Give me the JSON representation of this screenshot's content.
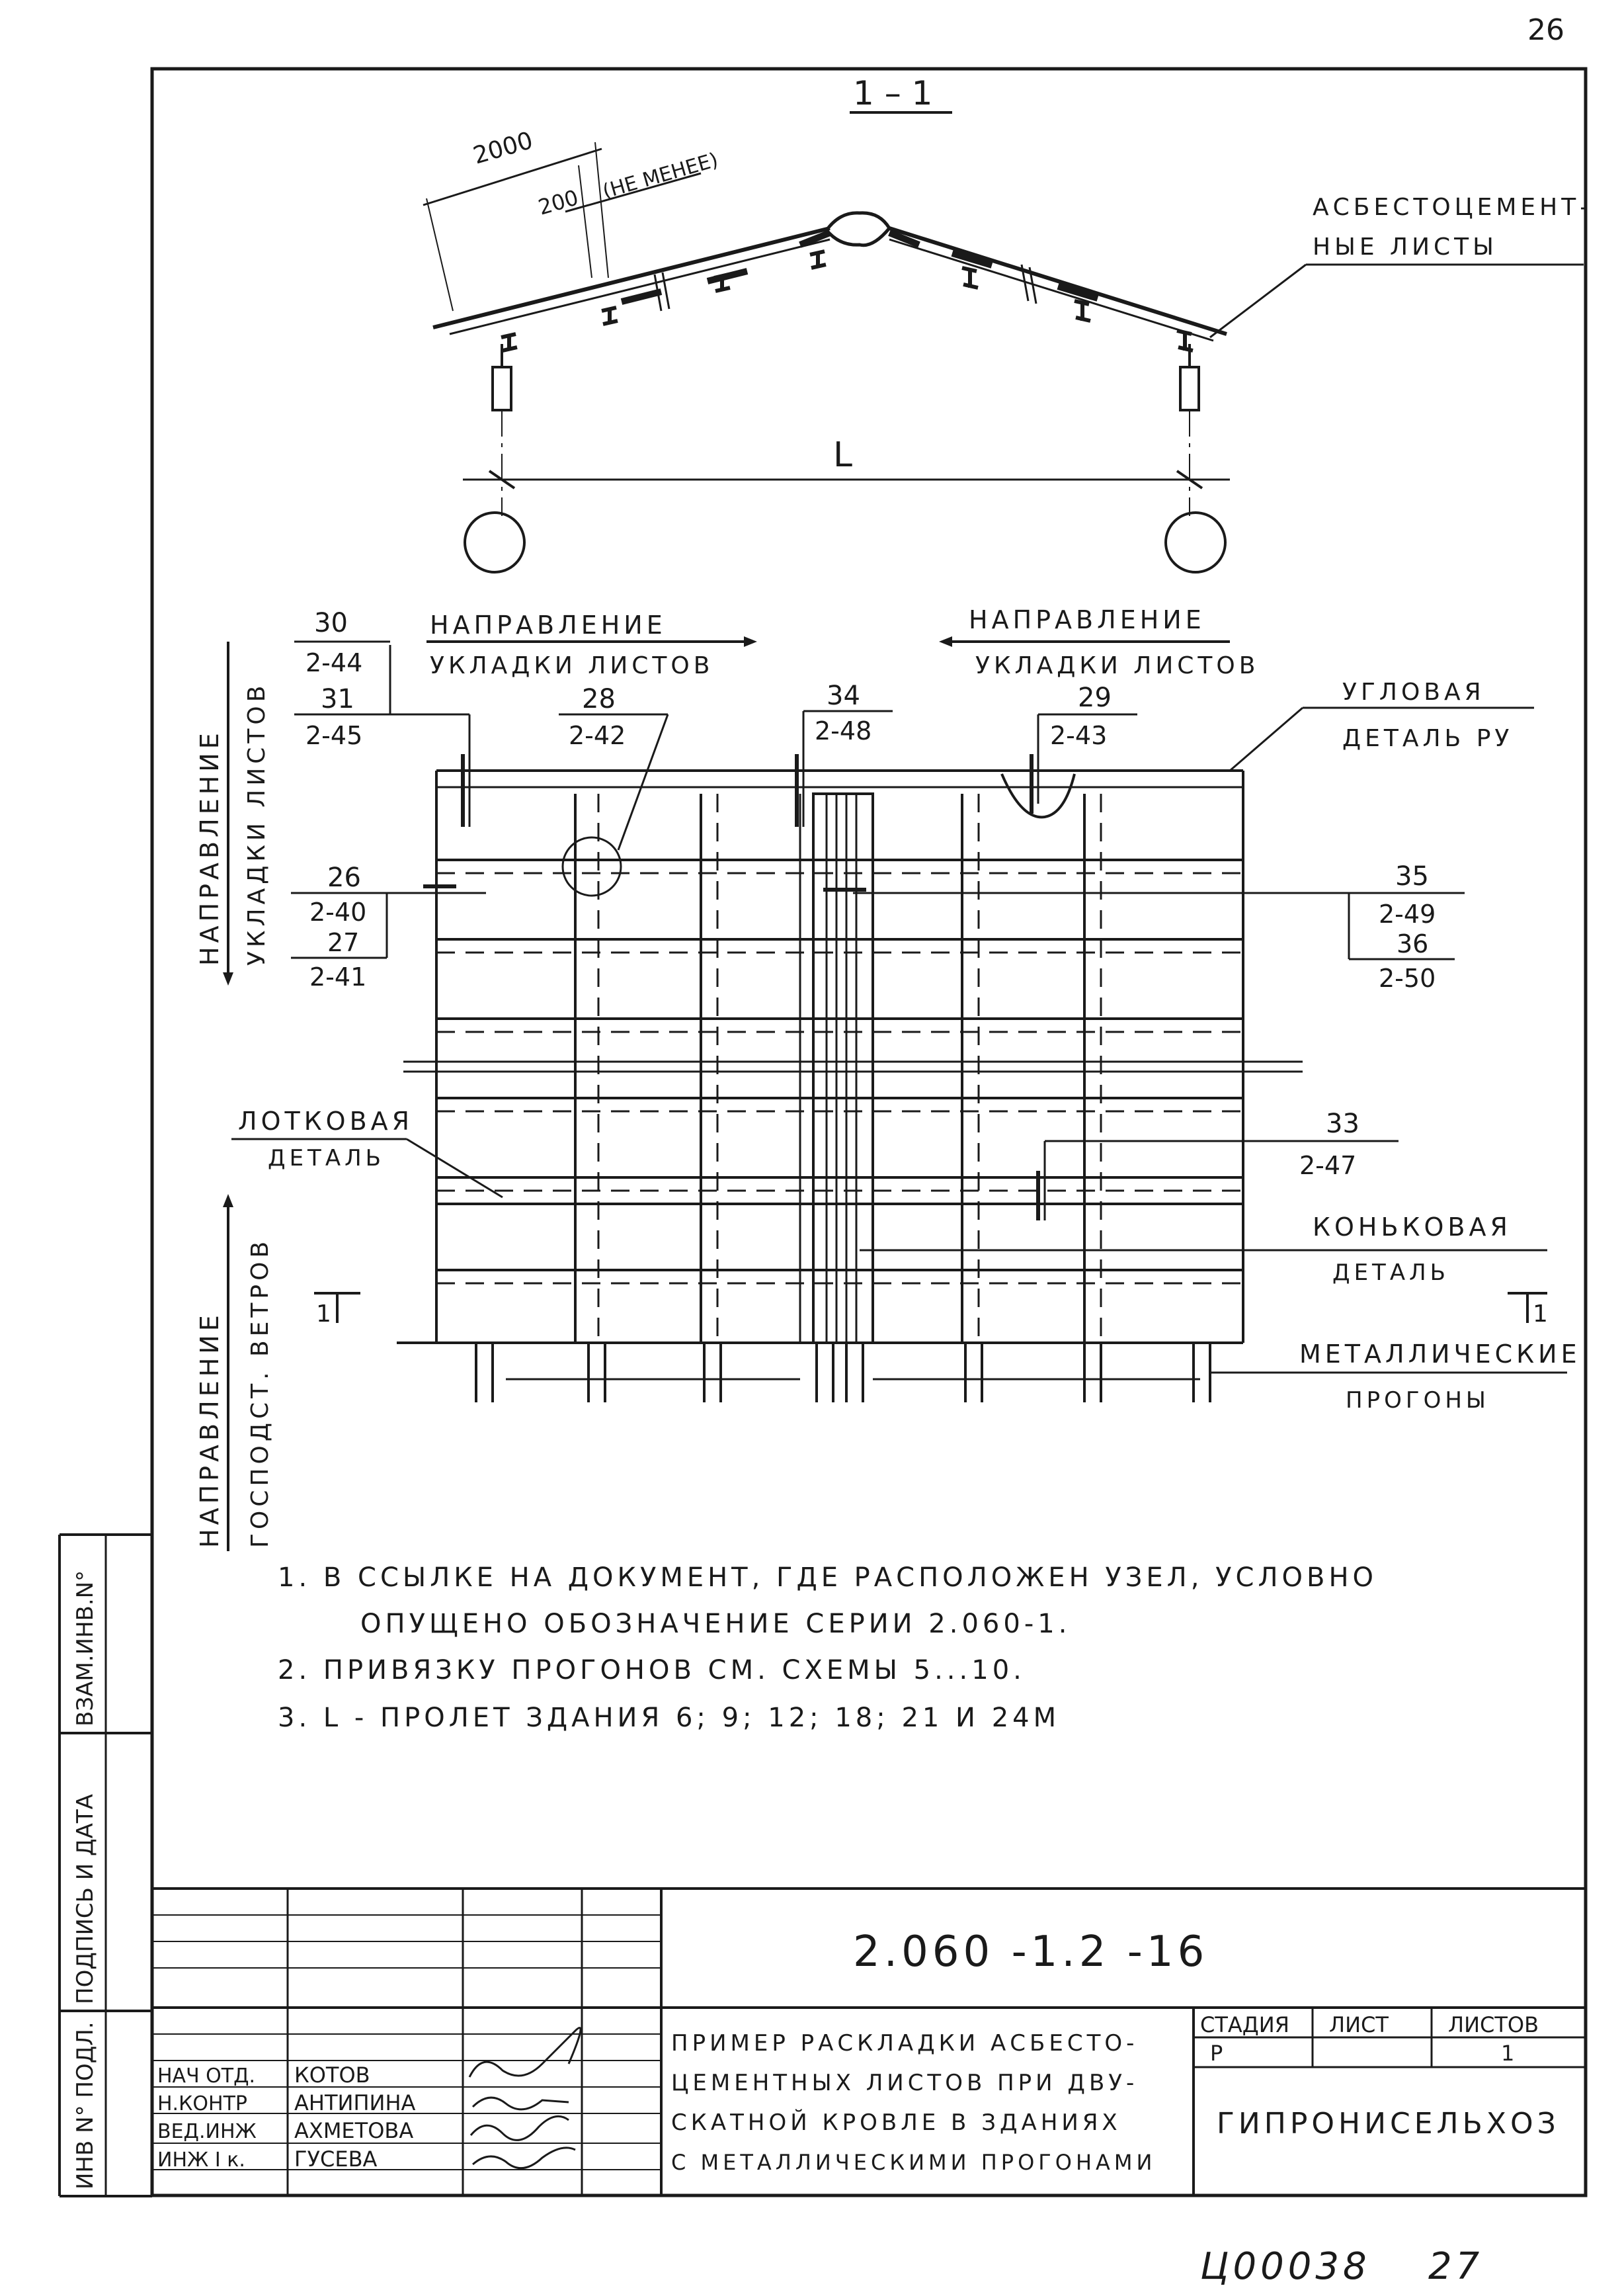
{
  "page_number": "26",
  "section_label": "1 – 1",
  "section": {
    "dim_2000": "2000",
    "dim_200": "200",
    "dim_note": "(НЕ МЕНЕЕ)",
    "span_label": "L",
    "callout_sheets_1": "АСБЕСТОЦЕМЕНТ-",
    "callout_sheets_2": "НЫЕ ЛИСТЫ"
  },
  "plan": {
    "dir_left_1": "НАПРАВЛЕНИЕ",
    "dir_left_2": "УКЛАДКИ ЛИСТОВ",
    "dir_right_1": "НАПРАВЛЕНИЕ",
    "dir_right_2": "УКЛАДКИ ЛИСТОВ",
    "vert_top_1": "НАПРАВЛЕНИЕ",
    "vert_top_2": "УКЛАДКИ ЛИСТОВ",
    "vert_bottom_1": "НАПРАВЛЕНИЕ",
    "vert_bottom_2": "ГОСПОДСТ. ВЕТРОВ",
    "ref_30_num": "30",
    "ref_30_doc": "2-44",
    "ref_31_num": "31",
    "ref_31_doc": "2-45",
    "ref_28_num": "28",
    "ref_28_doc": "2-42",
    "ref_34_num": "34",
    "ref_34_doc": "2-48",
    "ref_29_num": "29",
    "ref_29_doc": "2-43",
    "ref_26_num": "26",
    "ref_26_doc": "2-40",
    "ref_27_num": "27",
    "ref_27_doc": "2-41",
    "ref_35_num": "35",
    "ref_35_doc": "2-49",
    "ref_36_num": "36",
    "ref_36_doc": "2-50",
    "ref_33_num": "33",
    "ref_33_doc": "2-47",
    "corner_1": "УГЛОВАЯ",
    "corner_2": "ДЕТАЛЬ РУ",
    "gutter_1": "ЛОТКОВАЯ",
    "gutter_2": "ДЕТАЛЬ",
    "ridge_1": "КОНЬКОВАЯ",
    "ridge_2": "ДЕТАЛЬ",
    "purlins_1": "МЕТАЛЛИЧЕСКИЕ",
    "purlins_2": "ПРОГОНЫ",
    "cut_left": "1",
    "cut_right": "1"
  },
  "notes": [
    "1.  В ССЫЛКЕ НА ДОКУМЕНТ, ГДЕ РАСПОЛОЖЕН УЗЕЛ, УСЛОВНО",
    "ОПУЩЕНО ОБОЗНАЧЕНИЕ СЕРИИ   2.060-1.",
    "2.  ПРИВЯЗКУ ПРОГОНОВ СМ. СХЕМЫ 5...10.",
    "3.  L - ПРОЛЕТ ЗДАНИЯ  6; 9; 12; 18; 21 И 24М"
  ],
  "side_stamp": {
    "inv_replace": "ВЗАМ.ИНВ.N°",
    "signature_date": "ПОДПИСЬ И ДАТА",
    "inv_original": "ИНВ N° ПОДЛ."
  },
  "title_block": {
    "doc_code": "2.060 -1.2 -16",
    "title_lines": [
      "ПРИМЕР РАСКЛАДКИ АСБЕСТО-",
      "ЦЕМЕНТНЫХ ЛИСТОВ ПРИ ДВУ-",
      "СКАТНОЙ КРОВЛЕ В ЗДАНИЯХ",
      "С МЕТАЛЛИЧЕСКИМИ ПРОГОНАМИ"
    ],
    "stage_header": "СТАДИЯ",
    "sheet_header": "ЛИСТ",
    "sheets_header": "ЛИСТОВ",
    "stage_value": "Р",
    "sheet_value": "",
    "sheets_value": "1",
    "organization": "ГИПРОНИСЕЛЬХОЗ",
    "staff": [
      {
        "role": "НАЧ ОТД.",
        "name": "КОТОВ"
      },
      {
        "role": "Н.КОНТР",
        "name": "АНТИПИНА"
      },
      {
        "role": "ВЕД.ИНЖ",
        "name": "АХМЕТОВА"
      },
      {
        "role": "ИНЖ I к.",
        "name": "ГУСЕВА"
      }
    ]
  },
  "footer": {
    "archive_code": "Ц00038",
    "page_alt": "27"
  }
}
